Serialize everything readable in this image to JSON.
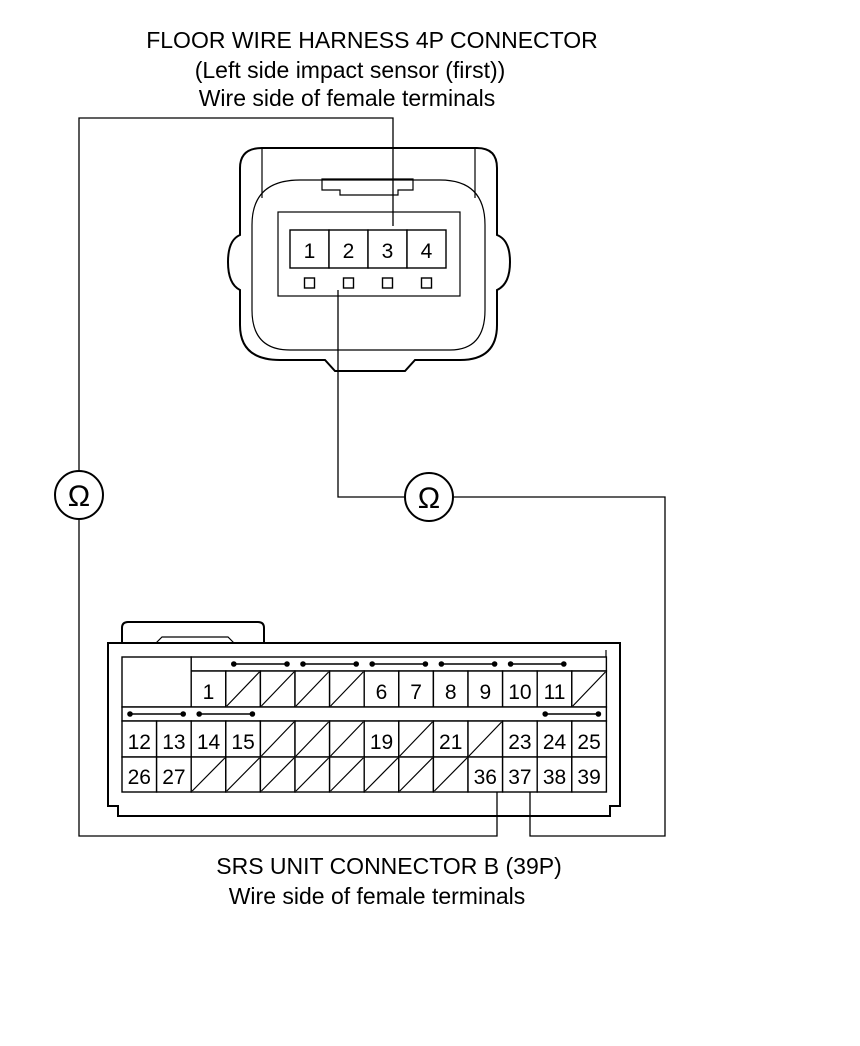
{
  "top_connector": {
    "title": "FLOOR WIRE HARNESS 4P CONNECTOR",
    "subtitle": "(Left side impact sensor (first))",
    "side_note": "Wire side of female terminals",
    "pins": [
      "1",
      "2",
      "3",
      "4"
    ]
  },
  "bottom_connector": {
    "title": "SRS UNIT CONNECTOR B (39P)",
    "side_note": "Wire side of female terminals",
    "row1": [
      "",
      "1",
      "",
      "",
      "",
      "",
      "6",
      "7",
      "8",
      "9",
      "10",
      "11",
      ""
    ],
    "row2": [
      "12",
      "13",
      "14",
      "15",
      "",
      "",
      "",
      "19",
      "",
      "21",
      "",
      "23",
      "24",
      "25"
    ],
    "row3": [
      "26",
      "27",
      "",
      "",
      "",
      "",
      "",
      "",
      "",
      "",
      "36",
      "37",
      "38",
      "39"
    ]
  },
  "meters": {
    "left_symbol": "Ω",
    "right_symbol": "Ω"
  }
}
